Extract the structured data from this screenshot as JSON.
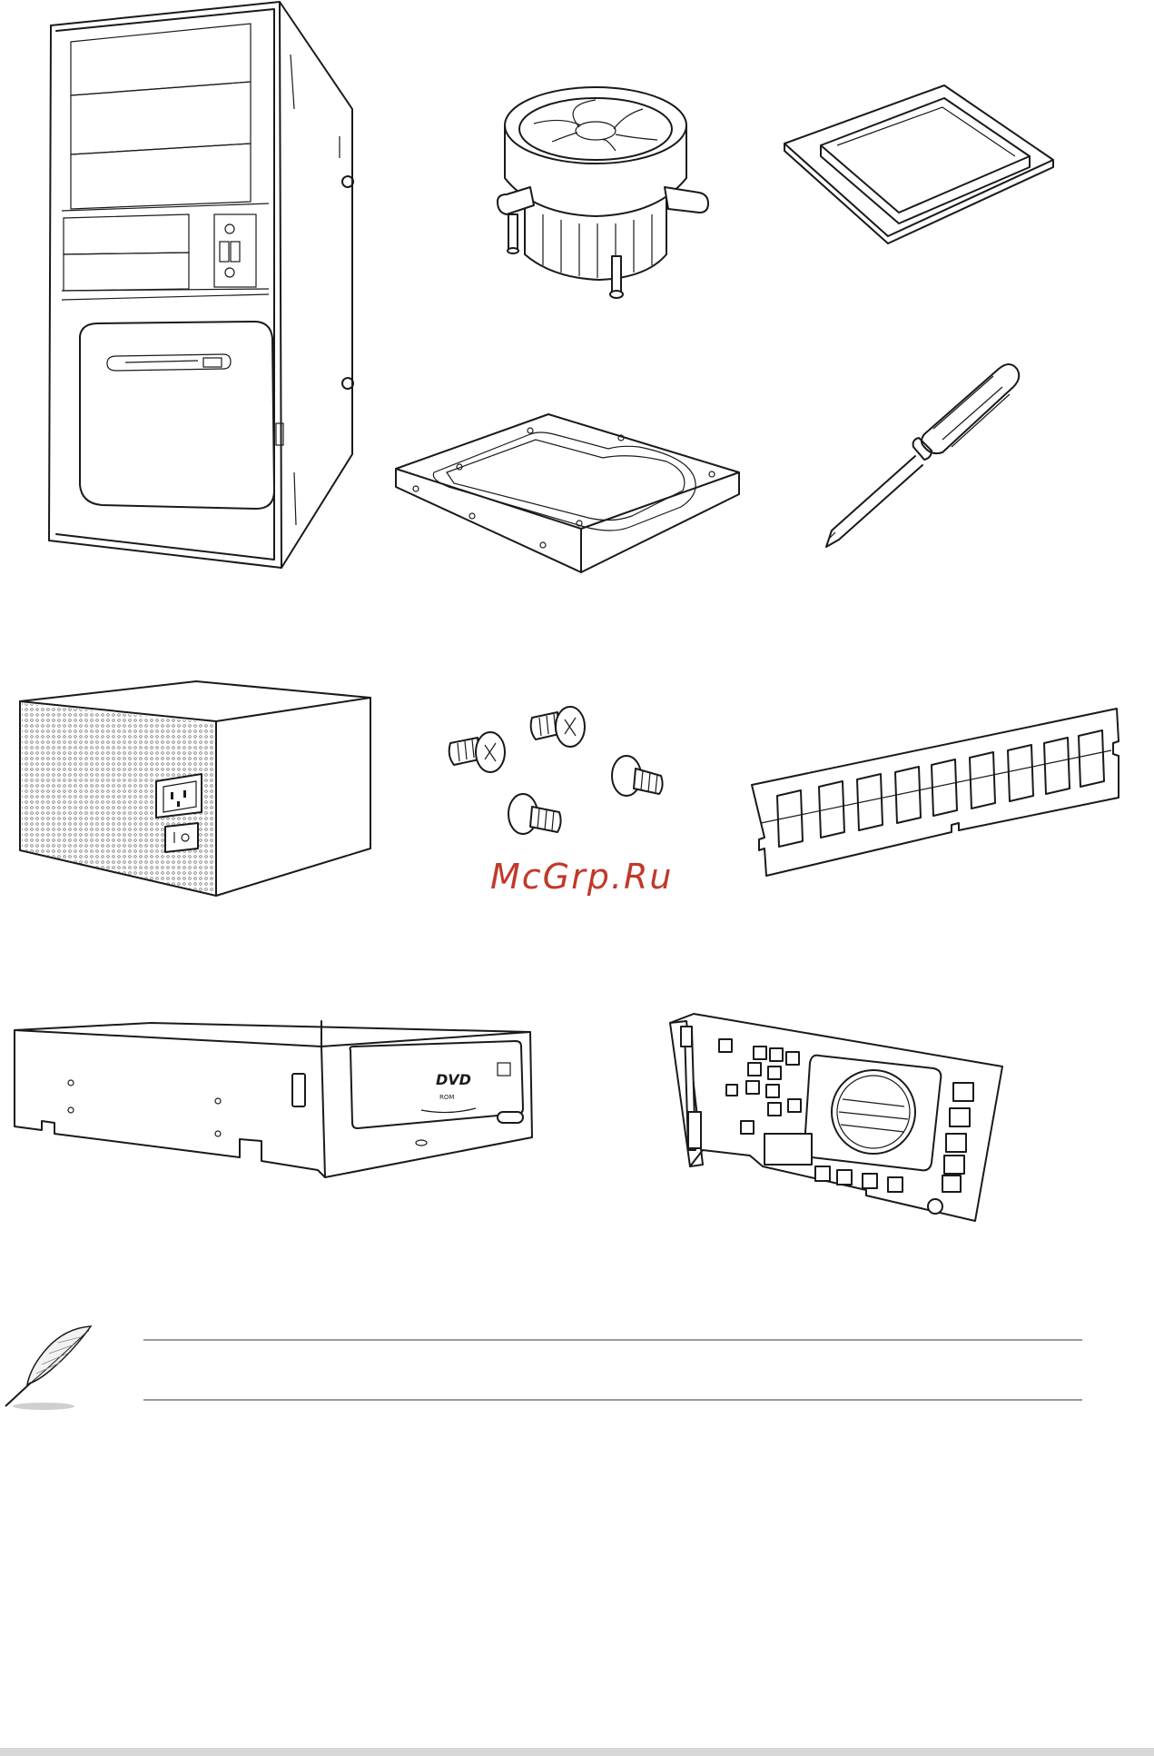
{
  "watermark": {
    "text": "McGrp.Ru"
  },
  "labels": {
    "optical_drive_logo": "DVD",
    "optical_drive_sublogo": "ROM"
  },
  "icons": [
    "pc-chassis-illustration",
    "cpu-fan-illustration",
    "cpu-illustration",
    "hard-disk-illustration",
    "screwdriver-illustration",
    "power-supply-illustration",
    "screws-illustration",
    "memory-module-illustration",
    "optical-drive-illustration",
    "graphics-card-illustration",
    "note-feather-icon"
  ],
  "colors": {
    "watermark": "#c0392b",
    "line": "#1a1a1a",
    "rule": "#9a9a9a"
  }
}
